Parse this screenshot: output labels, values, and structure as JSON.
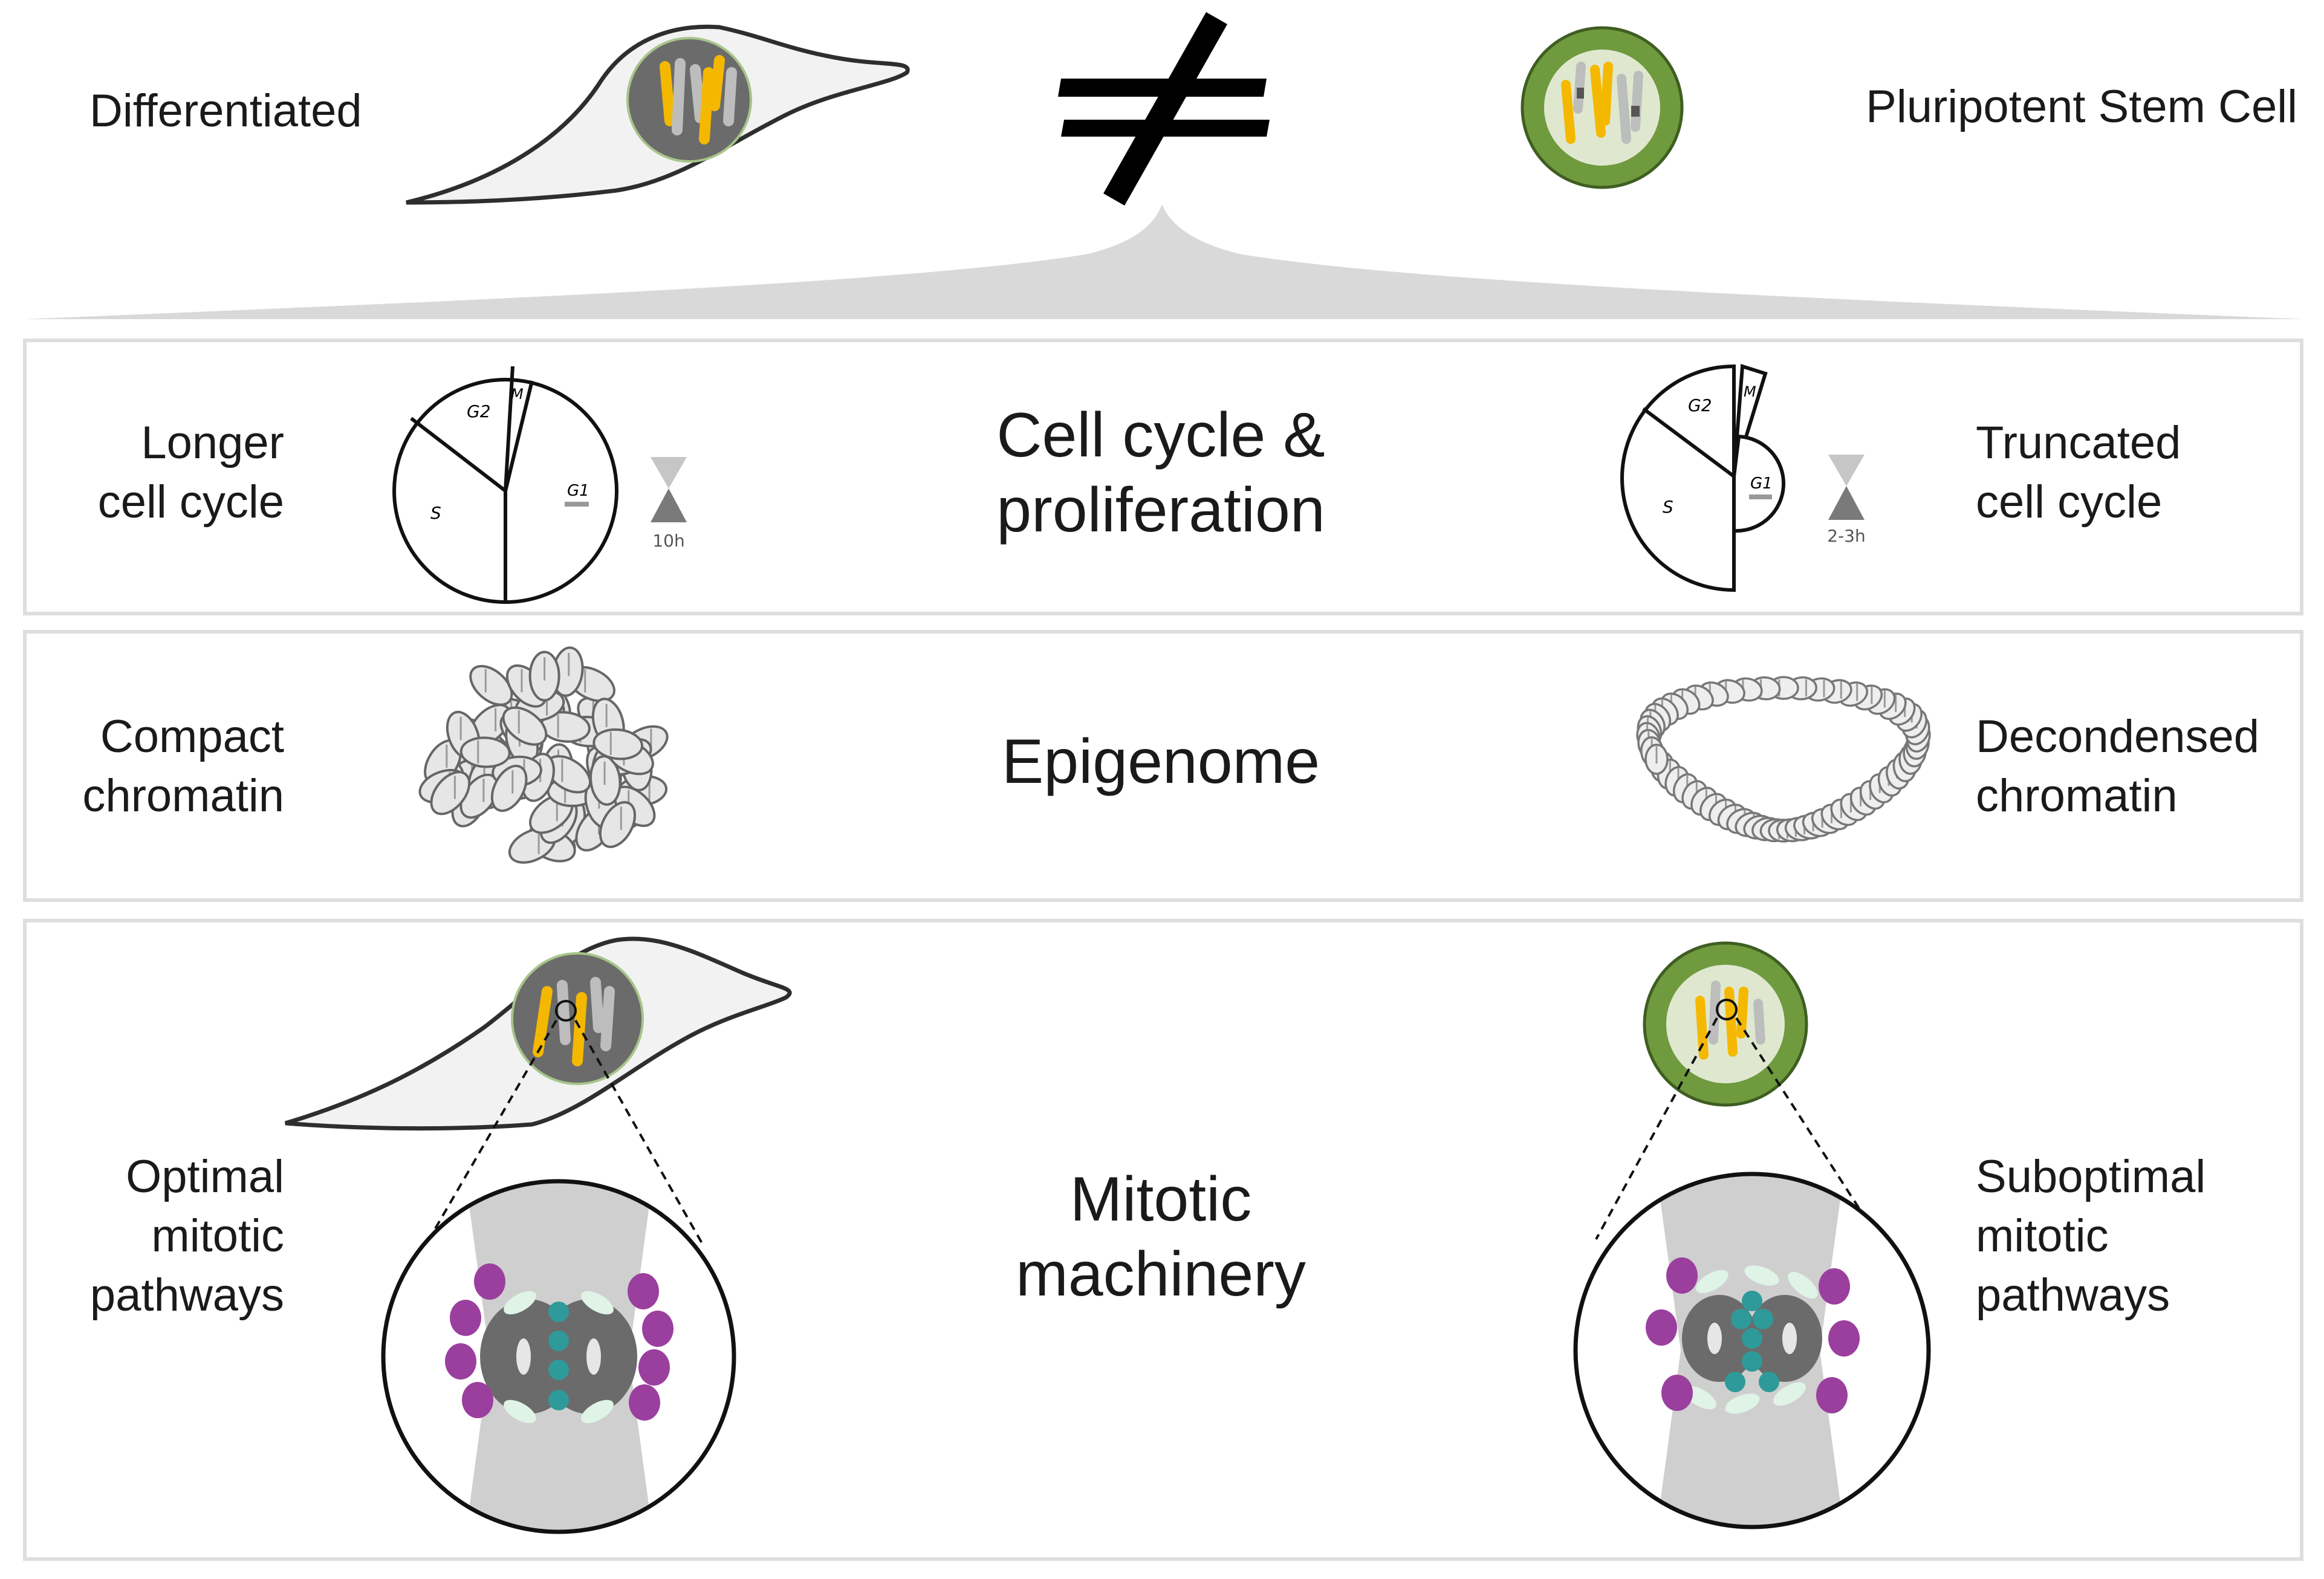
{
  "header": {
    "left_label": "Differentiated",
    "right_label": "Pluripotent Stem Cell",
    "symbol": "≠"
  },
  "rows": [
    {
      "id": "cell-cycle",
      "title": "Cell cycle &\nproliferation",
      "left_label": "Longer\ncell cycle",
      "right_label": "Truncated\ncell cycle",
      "left_phases": [
        "M",
        "G2",
        "S",
        "G1"
      ],
      "right_phases": [
        "M",
        "G2",
        "S",
        "G1"
      ],
      "left_duration": "10h",
      "right_duration": "2-3h"
    },
    {
      "id": "epigenome",
      "title": "Epigenome",
      "left_label": "Compact\nchromatin",
      "right_label": "Decondensed\nchromatin"
    },
    {
      "id": "mitotic",
      "title": "Mitotic\nmachinery",
      "left_label": "Optimal\nmitotic\npathways",
      "right_label": "Suboptimal\nmitotic\npathways"
    }
  ],
  "colors": {
    "panel_border": "#dedede",
    "stem_green": "#6f9a3e",
    "stem_inner": "#dfe8cf",
    "nucleus_gray": "#6b6b6b",
    "chromosome_yellow": "#f5b800",
    "chromosome_gray": "#bdbdbd",
    "kinetochore_purple": "#9b3f9f",
    "microtubule_teal": "#2f9a9a",
    "mint": "#dff3e6",
    "spindle_gray": "#cfcfcf"
  }
}
